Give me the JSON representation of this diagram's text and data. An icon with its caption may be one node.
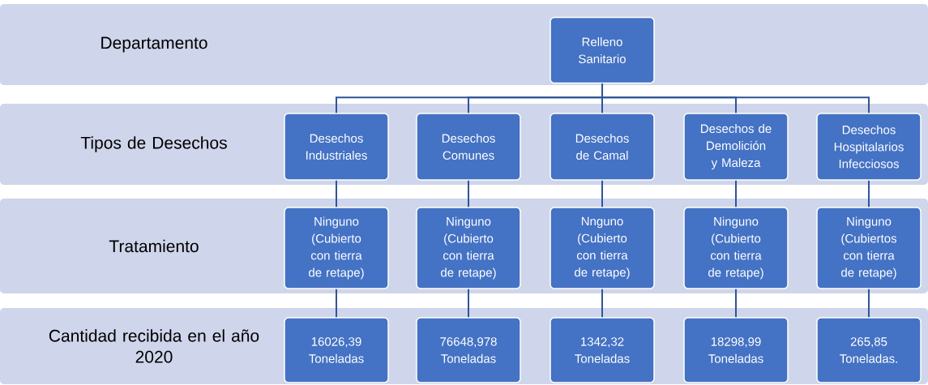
{
  "diagram": {
    "nodes": [
      {
        "text": [
          "Departamento"
        ]
      },
      {
        "text": [
          "Tipos de Desechos"
        ]
      },
      {
        "text": [
          "Tratamiento"
        ]
      },
      {
        "text": [
          "Cantidad recibida en el año 2020"
        ]
      },
      {
        "text": [
          "Relleno Sanitario"
        ],
        "in": 0
      },
      {
        "text": [
          "Desechos Industriales"
        ],
        "in": 1
      },
      {
        "text": [
          "Desechos Comunes"
        ],
        "in": 1
      },
      {
        "text": [
          "Desechos de Camal"
        ],
        "in": 1
      },
      {
        "text": [
          "Desechos de Demolición y Maleza"
        ],
        "in": 1
      },
      {
        "text": [
          "Desechos Hospitalarios Infecciosos"
        ],
        "in": 1
      },
      {
        "text": [
          "Ninguno (Cubierto con tierra de retape)"
        ],
        "in": 2
      },
      {
        "text": [
          "Ninguno (Cubierto con tierra de retape)"
        ],
        "in": 2
      },
      {
        "text": [
          "Nnguno (Cubierto con tierra de retape)"
        ],
        "in": 2
      },
      {
        "text": [
          "Ninguno (Cubierto con tierra de retape)"
        ],
        "in": 2
      },
      {
        "text": [
          "Ninguno (Cubiertos con tierra de retape)"
        ],
        "in": 2
      },
      {
        "text": [
          "16026,39 Toneladas"
        ],
        "in": 3
      },
      {
        "text": [
          "76648,978 Toneladas"
        ],
        "in": 3
      },
      {
        "text": [
          "1342,32 Toneladas"
        ],
        "in": 3
      },
      {
        "text": [
          "18298,99 Toneladas"
        ],
        "in": 3
      },
      {
        "text": [
          "265,85 Toneladas."
        ],
        "in": 3
      }
    ],
    "edges": [
      {
        "from": 4,
        "to": 5,
        "arrow": "none"
      },
      {
        "from": 4,
        "to": 6,
        "arrow": "none"
      },
      {
        "from": 4,
        "to": 7,
        "arrow": "none"
      },
      {
        "from": 4,
        "to": 8,
        "arrow": "none"
      },
      {
        "from": 4,
        "to": 9,
        "arrow": "none"
      },
      {
        "from": 5,
        "to": 10,
        "arrow": "none"
      },
      {
        "from": 6,
        "to": 11,
        "arrow": "none"
      },
      {
        "from": 7,
        "to": 12,
        "arrow": "none"
      },
      {
        "from": 8,
        "to": 13,
        "arrow": "none"
      },
      {
        "from": 9,
        "to": 14,
        "arrow": "none"
      },
      {
        "from": 10,
        "to": 15,
        "arrow": "none"
      },
      {
        "from": 11,
        "to": 16,
        "arrow": "none"
      },
      {
        "from": 12,
        "to": 17,
        "arrow": "none"
      },
      {
        "from": 13,
        "to": 18,
        "arrow": "none"
      },
      {
        "from": 14,
        "to": 19,
        "arrow": "none"
      }
    ]
  }
}
